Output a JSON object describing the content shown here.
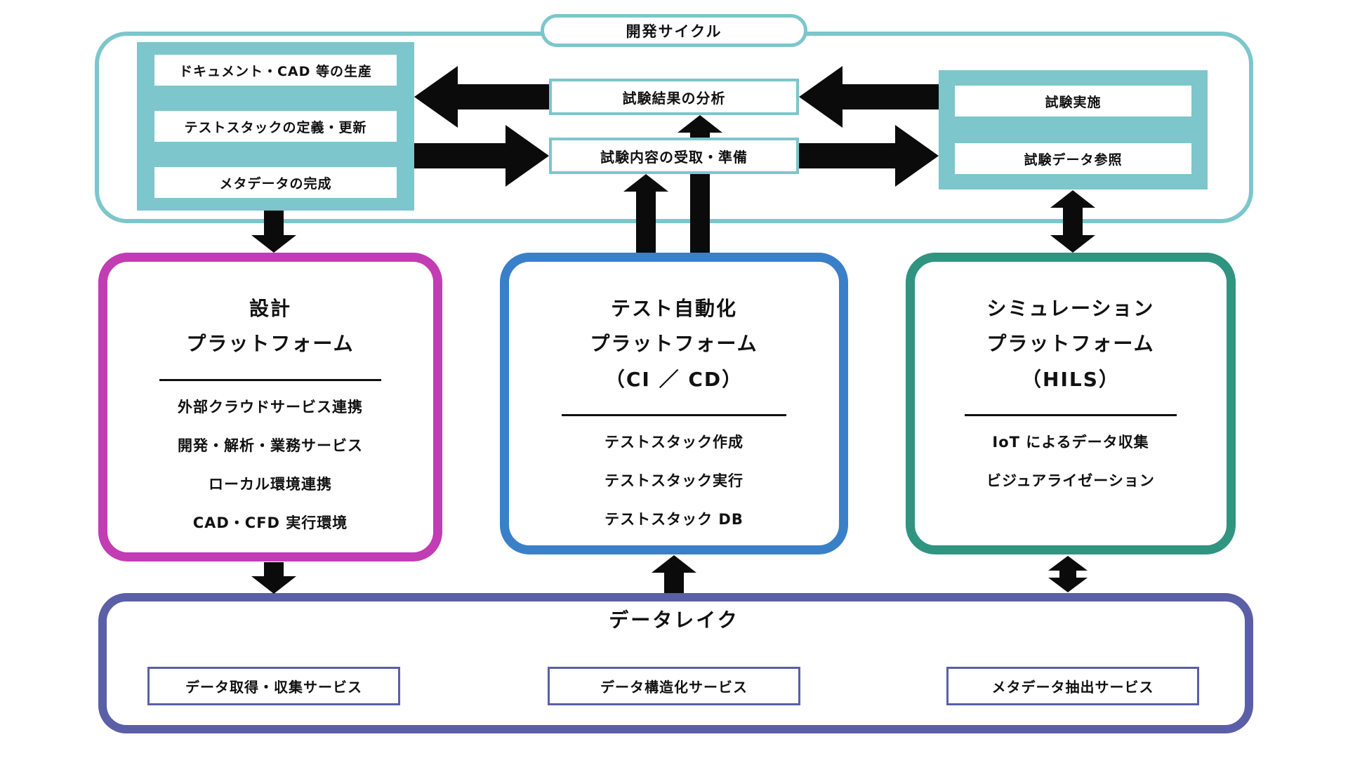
{
  "colors": {
    "cycle_teal": "#7CC6CC",
    "design_magenta": "#C23CB4",
    "test_blue": "#3A80C8",
    "simulation_green": "#2F9480",
    "datalake_purple": "#5B5FA6",
    "arrow_black": "#0B0B0B",
    "box_fill": "#FFFFFF",
    "text": "#111111"
  },
  "cycle": {
    "label": "開発サイクル",
    "left_group": {
      "items": [
        "ドキュメント・CAD 等の生産",
        "テストスタックの定義・更新",
        "メタデータの完成"
      ]
    },
    "center": {
      "analysis": "試験結果の分析",
      "receive": "試験内容の受取・準備"
    },
    "right_group": {
      "items": [
        "試験実施",
        "試験データ参照"
      ]
    }
  },
  "platforms": {
    "design": {
      "title_lines": [
        "設計",
        "プラットフォーム"
      ],
      "items": [
        "外部クラウドサービス連携",
        "開発・解析・業務サービス",
        "ローカル環境連携",
        "CAD・CFD 実行環境"
      ]
    },
    "test_automation": {
      "title_lines": [
        "テスト自動化",
        "プラットフォーム",
        "（CI ／ CD）"
      ],
      "items": [
        "テストスタック作成",
        "テストスタック実行",
        "テストスタック DB"
      ]
    },
    "simulation": {
      "title_lines": [
        "シミュレーション",
        "プラットフォーム",
        "（HILS）"
      ],
      "items": [
        "IoT によるデータ収集",
        "ビジュアライゼーション"
      ]
    }
  },
  "datalake": {
    "title": "データレイク",
    "services": [
      "データ取得・収集サービス",
      "データ構造化サービス",
      "メタデータ抽出サービス"
    ]
  }
}
